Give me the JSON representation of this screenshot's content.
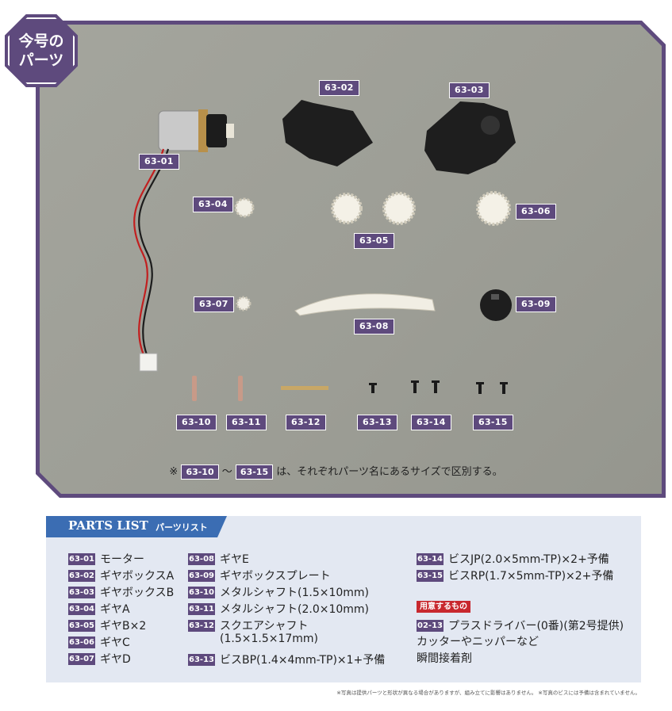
{
  "badge": {
    "line1": "今号の",
    "line2": "パーツ"
  },
  "photo_tags": [
    {
      "code": "63-01"
    },
    {
      "code": "63-02"
    },
    {
      "code": "63-03"
    },
    {
      "code": "63-04"
    },
    {
      "code": "63-05"
    },
    {
      "code": "63-06"
    },
    {
      "code": "63-07"
    },
    {
      "code": "63-08"
    },
    {
      "code": "63-09"
    },
    {
      "code": "63-10"
    },
    {
      "code": "63-11"
    },
    {
      "code": "63-12"
    },
    {
      "code": "63-13"
    },
    {
      "code": "63-14"
    },
    {
      "code": "63-15"
    }
  ],
  "note": {
    "prefix": "※",
    "from": "63-10",
    "tilde": "～",
    "to": "63-15",
    "text": "は、それぞれパーツ名にあるサイズで区別する。"
  },
  "parts_list": {
    "title_en": "PARTS LIST",
    "title_jp": "パーツリスト",
    "col1": [
      {
        "code": "63-01",
        "name": "モーター"
      },
      {
        "code": "63-02",
        "name": "ギヤボックスA"
      },
      {
        "code": "63-03",
        "name": "ギヤボックスB"
      },
      {
        "code": "63-04",
        "name": "ギヤA"
      },
      {
        "code": "63-05",
        "name": "ギヤB×2"
      },
      {
        "code": "63-06",
        "name": "ギヤC"
      },
      {
        "code": "63-07",
        "name": "ギヤD"
      }
    ],
    "col2": [
      {
        "code": "63-08",
        "name": "ギヤE"
      },
      {
        "code": "63-09",
        "name": "ギヤボックスプレート"
      },
      {
        "code": "63-10",
        "name": "メタルシャフト(1.5×10mm)"
      },
      {
        "code": "63-11",
        "name": "メタルシャフト(2.0×10mm)"
      },
      {
        "code": "63-12",
        "name": "スクエアシャフト"
      },
      {
        "code": "",
        "name": "(1.5×1.5×17mm)"
      },
      {
        "code": "63-13",
        "name": "ビスBP(1.4×4mm-TP)×1+予備"
      }
    ],
    "col3": [
      {
        "code": "63-14",
        "name": "ビスJP(2.0×5mm-TP)×2+予備"
      },
      {
        "code": "63-15",
        "name": "ビスRP(1.7×5mm-TP)×2+予備"
      }
    ],
    "prepare": {
      "label": "用意するもの",
      "code": "02-13",
      "item1": "プラスドライバー(0番)(第2号提供)",
      "item2": "カッターやニッパーなど",
      "item3": "瞬間接着剤"
    }
  },
  "footer": "※写真は提供パーツと形状が異なる場合がありますが、組み立てに影響はありません。 ※写真のビスには予備は含まれていません。",
  "colors": {
    "accent": "#5e4a7d",
    "header_blue": "#3b6db3",
    "list_bg": "#e3e8f2",
    "prepare_red": "#c8282e"
  }
}
